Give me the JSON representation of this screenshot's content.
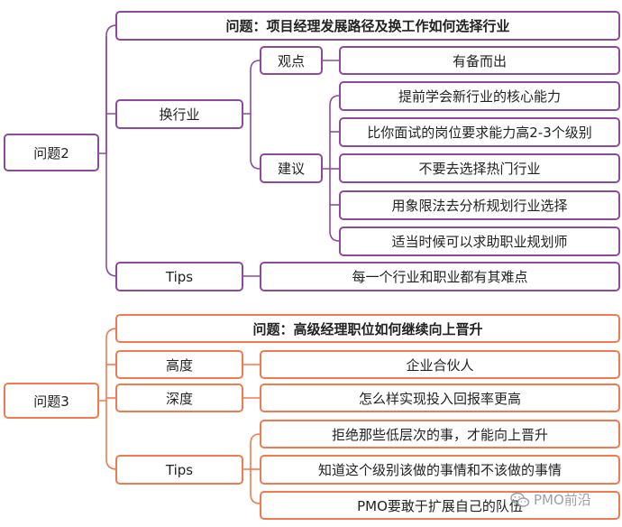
{
  "diagram": {
    "section1": {
      "root": "问题2",
      "title": "问题：项目经理发展路径及换工作如何选择行业",
      "change_industry": {
        "label": "换行业",
        "viewpoint": {
          "label": "观点",
          "value": "有备而出"
        },
        "advice": {
          "label": "建议",
          "items": [
            "提前学会新行业的核心能力",
            "比你面试的岗位要求能力高2-3个级别",
            "不要去选择热门行业",
            "用象限法去分析规划行业选择",
            "适当时候可以求助职业规划师"
          ]
        }
      },
      "tips": {
        "label": "Tips",
        "value": "每一个行业和职业都有其难点"
      }
    },
    "section2": {
      "root": "问题3",
      "title": "问题：高级经理职位如何继续向上晋升",
      "height": {
        "label": "高度",
        "value": "企业合伙人"
      },
      "depth": {
        "label": "深度",
        "value": "怎么样实现投入回报率更高"
      },
      "tips": {
        "label": "Tips",
        "items": [
          "拒绝那些低层次的事，才能向上晋升",
          "知道这个级别该做的事情和不该做的事情",
          "PMO要敢于扩展自己的队伍"
        ]
      }
    }
  },
  "watermark": "PMO前沿",
  "colors": {
    "purple": "#8e4a9d",
    "orange": "#f27a4e"
  }
}
